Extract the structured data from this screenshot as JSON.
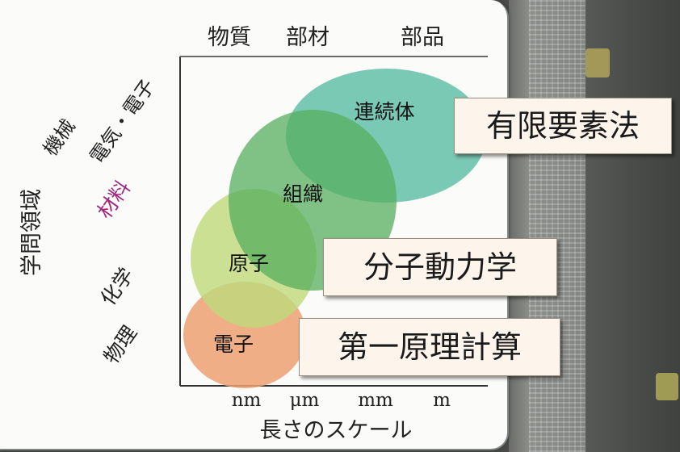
{
  "diagram": {
    "column_headers": [
      "物質",
      "部材",
      "部品"
    ],
    "y_axis_title": "学問領域",
    "x_axis_title": "長さのスケール",
    "x_ticks": [
      "nm",
      "μm",
      "mm",
      "m"
    ],
    "domains": {
      "mechanical": "機械",
      "electrical": "電気・電子",
      "materials": "材料",
      "chemistry": "化学",
      "physics": "物理"
    },
    "ellipse_labels": {
      "continuum": "連続体",
      "microstructure": "組織",
      "atom": "原子",
      "electron": "電子"
    }
  },
  "methods": {
    "fem": "有限要素法",
    "md": "分子動力学",
    "first_principles": "第一原理計算"
  },
  "colors": {
    "continuum": "#62bfa7",
    "microstructure": "#57ad5e",
    "atom": "#bfd97d",
    "electron": "#eca070",
    "materials_label": "#a0297e"
  }
}
